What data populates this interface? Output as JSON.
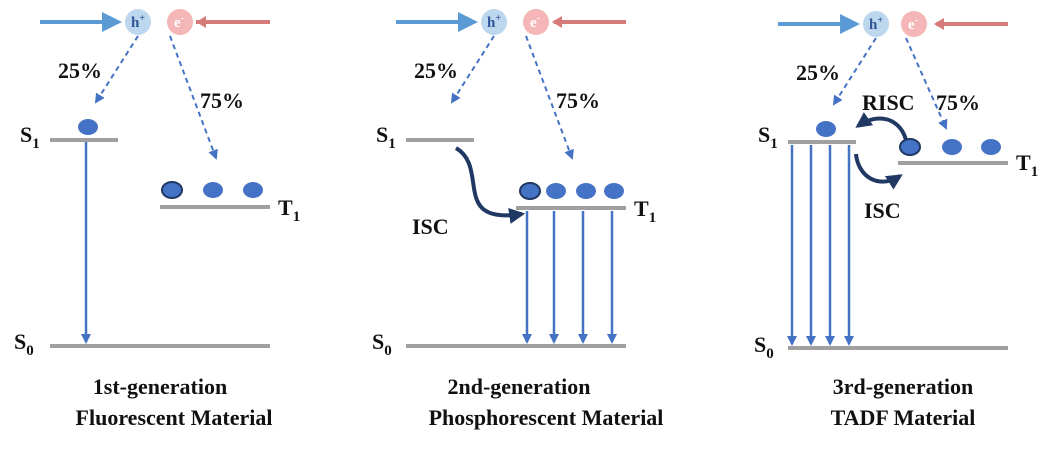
{
  "colors": {
    "level": "#a0a0a0",
    "emission": "#4472c4",
    "electron": "#4472c4",
    "electron_outline": "#1f3864",
    "hole_fill": "#bdd7ee",
    "hole_text": "#2f5597",
    "elec_fill": "#f4b6b6",
    "elec_text": "#ffffff",
    "arrow_blue": "#5b9bd5",
    "arrow_red": "#d77a7a",
    "curve": "#1f3864"
  },
  "carriers": {
    "hole_label": "h",
    "hole_sup": "+",
    "electron_label": "e",
    "electron_sup": "-"
  },
  "panels": [
    {
      "singlet_fraction": "25%",
      "triplet_fraction": "75%",
      "s1_label": "S",
      "s1_sub": "1",
      "t1_label": "T",
      "t1_sub": "1",
      "s0_label": "S",
      "s0_sub": "0",
      "caption_line1": "1st-generation",
      "caption_line2": "Fluorescent Material"
    },
    {
      "singlet_fraction": "25%",
      "triplet_fraction": "75%",
      "s1_label": "S",
      "s1_sub": "1",
      "t1_label": "T",
      "t1_sub": "1",
      "s0_label": "S",
      "s0_sub": "0",
      "transition_label": "ISC",
      "caption_line1": "2nd-generation",
      "caption_line2": "Phosphorescent Material"
    },
    {
      "singlet_fraction": "25%",
      "triplet_fraction": "75%",
      "s1_label": "S",
      "s1_sub": "1",
      "t1_label": "T",
      "t1_sub": "1",
      "s0_label": "S",
      "s0_sub": "0",
      "transition_label": "ISC",
      "reverse_transition_label": "RISC",
      "caption_line1": "3rd-generation",
      "caption_line2": "TADF Material"
    }
  ]
}
